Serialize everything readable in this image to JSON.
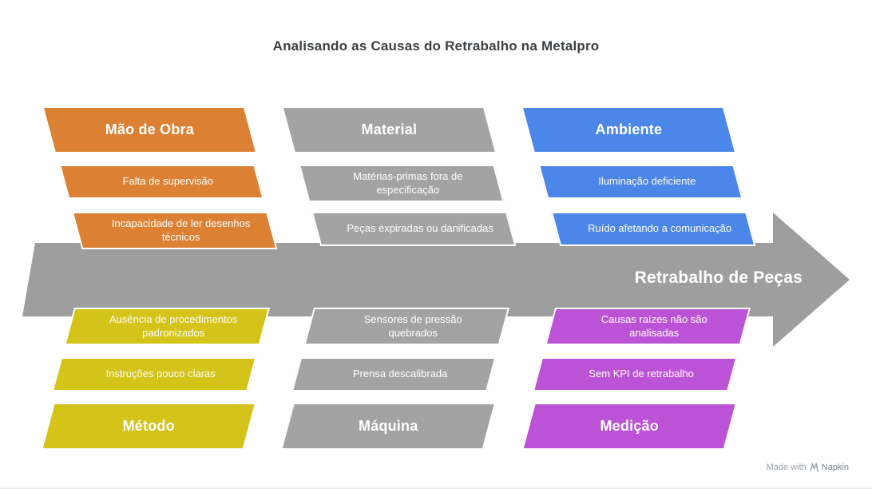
{
  "title": "Analisando as Causas do Retrabalho na Metalpro",
  "spine": {
    "label": "Retrabalho de Peças",
    "color": "#9E9E9E"
  },
  "categories": [
    {
      "label": "Mão de Obra",
      "color": "#DC8133",
      "position": "top",
      "causes": [
        "Falta de supervisão",
        "Incapacidade de ler desenhos\ntécnicos"
      ]
    },
    {
      "label": "Material",
      "color": "#A3A3A3",
      "position": "top",
      "causes": [
        "Matérias-primas fora de\nespecificação",
        "Peças expiradas ou danificadas"
      ]
    },
    {
      "label": "Ambiente",
      "color": "#4C86E8",
      "position": "top",
      "causes": [
        "Iluminação deficiente",
        "Ruído afetando a comunicação"
      ]
    },
    {
      "label": "Método",
      "color": "#D4C318",
      "position": "bottom",
      "causes": [
        "Ausência de procedimentos\npadronizados",
        "Instruções pouco claras"
      ]
    },
    {
      "label": "Máquina",
      "color": "#A3A3A3",
      "position": "bottom",
      "causes": [
        "Sensores de pressão\nquebrados",
        "Prensa descalibrada"
      ]
    },
    {
      "label": "Medição",
      "color": "#BC53D6",
      "position": "bottom",
      "causes": [
        "Causas raízes não são\nanalisadas",
        "Sem KPI de retrabalho"
      ]
    }
  ],
  "footer": {
    "made_with": "Made with",
    "brand": "Napkin"
  }
}
